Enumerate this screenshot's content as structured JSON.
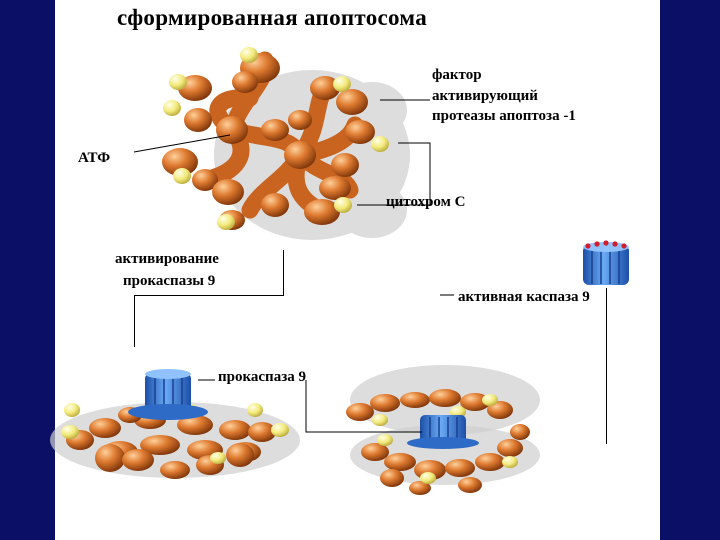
{
  "title": "сформированная апоптосома",
  "labels": {
    "apaf1_line1": "фактор",
    "apaf1_line2": "активирующий",
    "apaf1_line3": "протеазы апоптоза -1",
    "atp": "АТФ",
    "cytochrome": "цитохром С",
    "activation_line1": "активирование",
    "activation_line2": "прокаспазы 9",
    "active_caspase": "активная каспаза 9",
    "procaspase": "прокаспаза 9"
  },
  "colors": {
    "background": "#0b0f66",
    "panel": "#ffffff",
    "protein": "#d8722c",
    "cytochrome": "#f2ea7a",
    "caspase": "#3b7fd6",
    "shadow": "#c8c8c8"
  }
}
